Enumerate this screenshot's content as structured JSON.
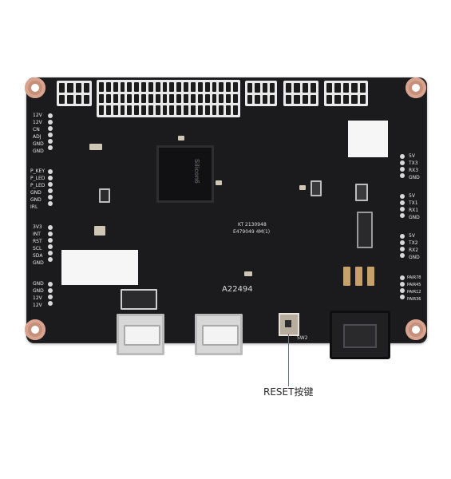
{
  "photo": {
    "subject": "board"
  },
  "left_header_1": [
    "12V",
    "12V",
    "CN",
    "ADJ",
    "GND",
    "GND"
  ],
  "left_header_2": [
    "P_KEY",
    "P_LED",
    "P_LED",
    "GND",
    "GND",
    "IRL"
  ],
  "left_header_3": [
    "3V3",
    "INT",
    "RST",
    "SCL",
    "SDA",
    "GND"
  ],
  "left_header_4": [
    "GND",
    "GND",
    "12V",
    "12V"
  ],
  "right_header_1": [
    "5V",
    "TX3",
    "RX3",
    "GND"
  ],
  "right_header_2": [
    "5V",
    "TX1",
    "RX1",
    "GND"
  ],
  "right_header_3": [
    "5V",
    "TX2",
    "RX2",
    "GND"
  ],
  "right_header_4": [
    "PAIR78",
    "PAIR45",
    "PAIR12",
    "PAIR36"
  ],
  "chip_mark": "Silicon6",
  "silkscreen": {
    "model": "A22494",
    "batch_1": "KT 2130948",
    "batch_2": "E479049 4M(1)",
    "sw_label": "SW2"
  },
  "callout": {
    "label": "RESET按键"
  }
}
